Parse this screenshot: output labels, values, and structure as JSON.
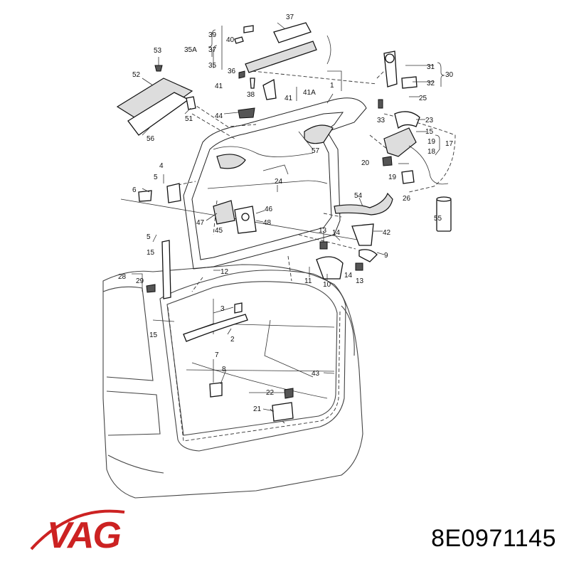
{
  "brand": {
    "name": "VAG",
    "color": "#cc2222"
  },
  "part_number": "8E0971145",
  "callouts": {
    "n1": "1",
    "n2": "2",
    "n3": "3",
    "n4": "4",
    "n5": "5",
    "n6": "6",
    "n7": "7",
    "n8": "8",
    "n9": "9",
    "n10": "10",
    "n11": "11",
    "n12": "12",
    "n13a": "13",
    "n13b": "13",
    "n14a": "14",
    "n14b": "14",
    "n15a": "15",
    "n15b": "15",
    "n17": "17",
    "n18": "18",
    "n19a": "19",
    "n19b": "19",
    "n20": "20",
    "n21": "21",
    "n22": "22",
    "n23": "23",
    "n24": "24",
    "n25": "25",
    "n26": "26",
    "n28": "28",
    "n29": "29",
    "n30": "30",
    "n31": "31",
    "n32": "32",
    "n33": "33",
    "n35": "35",
    "n35A": "35A",
    "n36": "36",
    "n37a": "37",
    "n37b": "37",
    "n38": "38",
    "n39": "39",
    "n40": "40",
    "n41a": "41",
    "n41b": "41",
    "n41A": "41A",
    "n42": "42",
    "n43": "43",
    "n44": "44",
    "n45": "45",
    "n46": "46",
    "n47": "47",
    "n48": "48",
    "n51": "51",
    "n52": "52",
    "n53": "53",
    "n54": "54",
    "n55": "55",
    "n56": "56",
    "n57": "57"
  }
}
